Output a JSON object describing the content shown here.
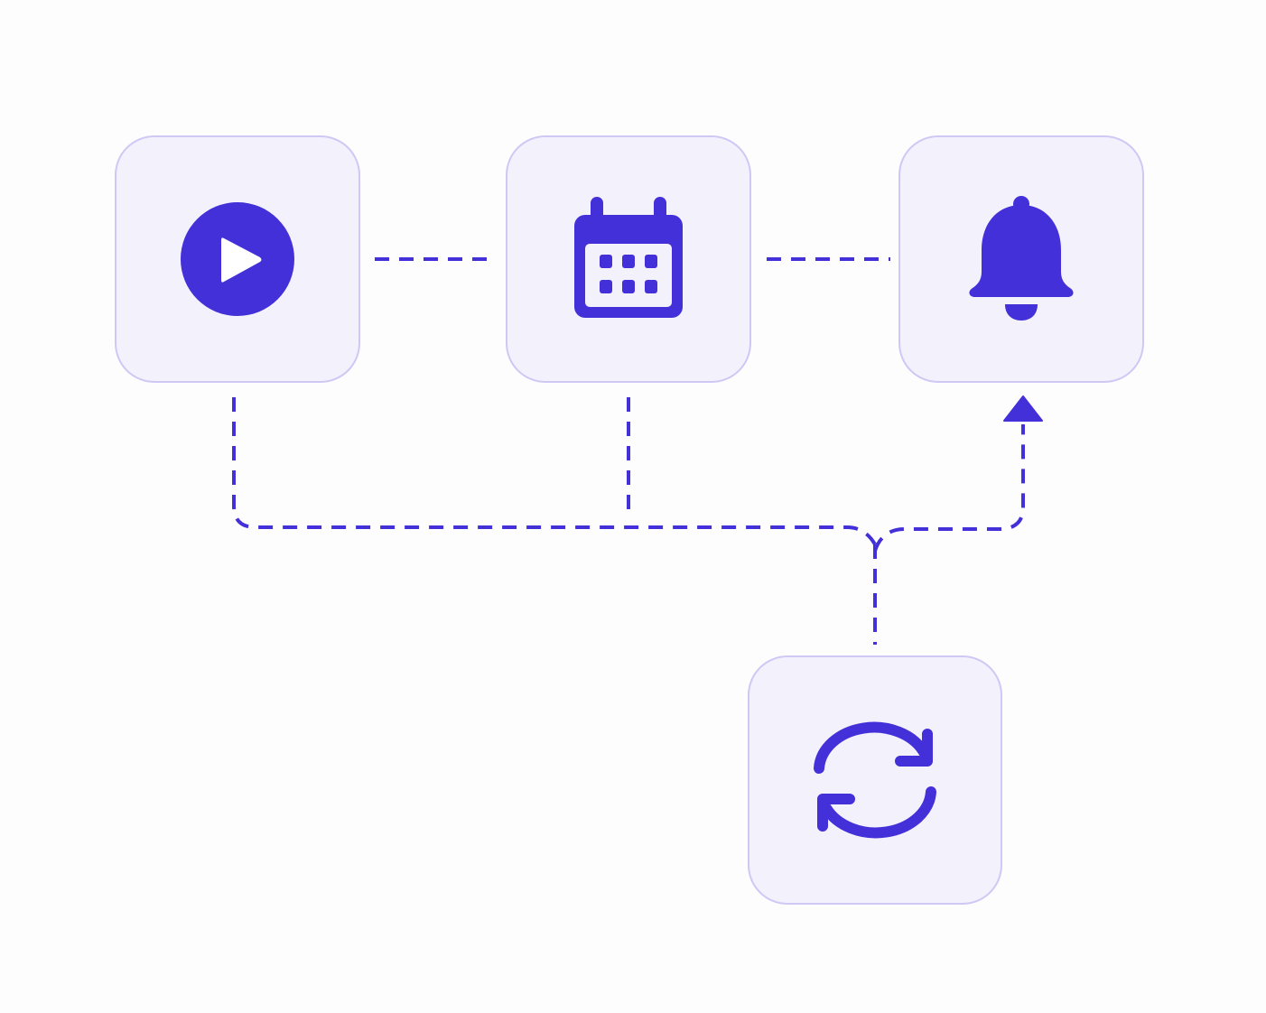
{
  "diagram": {
    "accent_color": "#4330d9",
    "node_fill": "#f3f1fc",
    "node_border": "#cfc8f5",
    "nodes": [
      {
        "id": "play",
        "icon": "play-circle-icon"
      },
      {
        "id": "calendar",
        "icon": "calendar-icon"
      },
      {
        "id": "bell",
        "icon": "bell-icon"
      },
      {
        "id": "sync",
        "icon": "sync-icon"
      }
    ],
    "edges": [
      {
        "from": "play",
        "to": "calendar",
        "style": "dashed"
      },
      {
        "from": "calendar",
        "to": "bell",
        "style": "dashed"
      },
      {
        "from": "sync",
        "to": "play",
        "style": "dashed"
      },
      {
        "from": "sync",
        "to": "calendar",
        "style": "dashed"
      },
      {
        "from": "sync",
        "to": "bell",
        "style": "dashed",
        "arrow": "end"
      }
    ]
  }
}
